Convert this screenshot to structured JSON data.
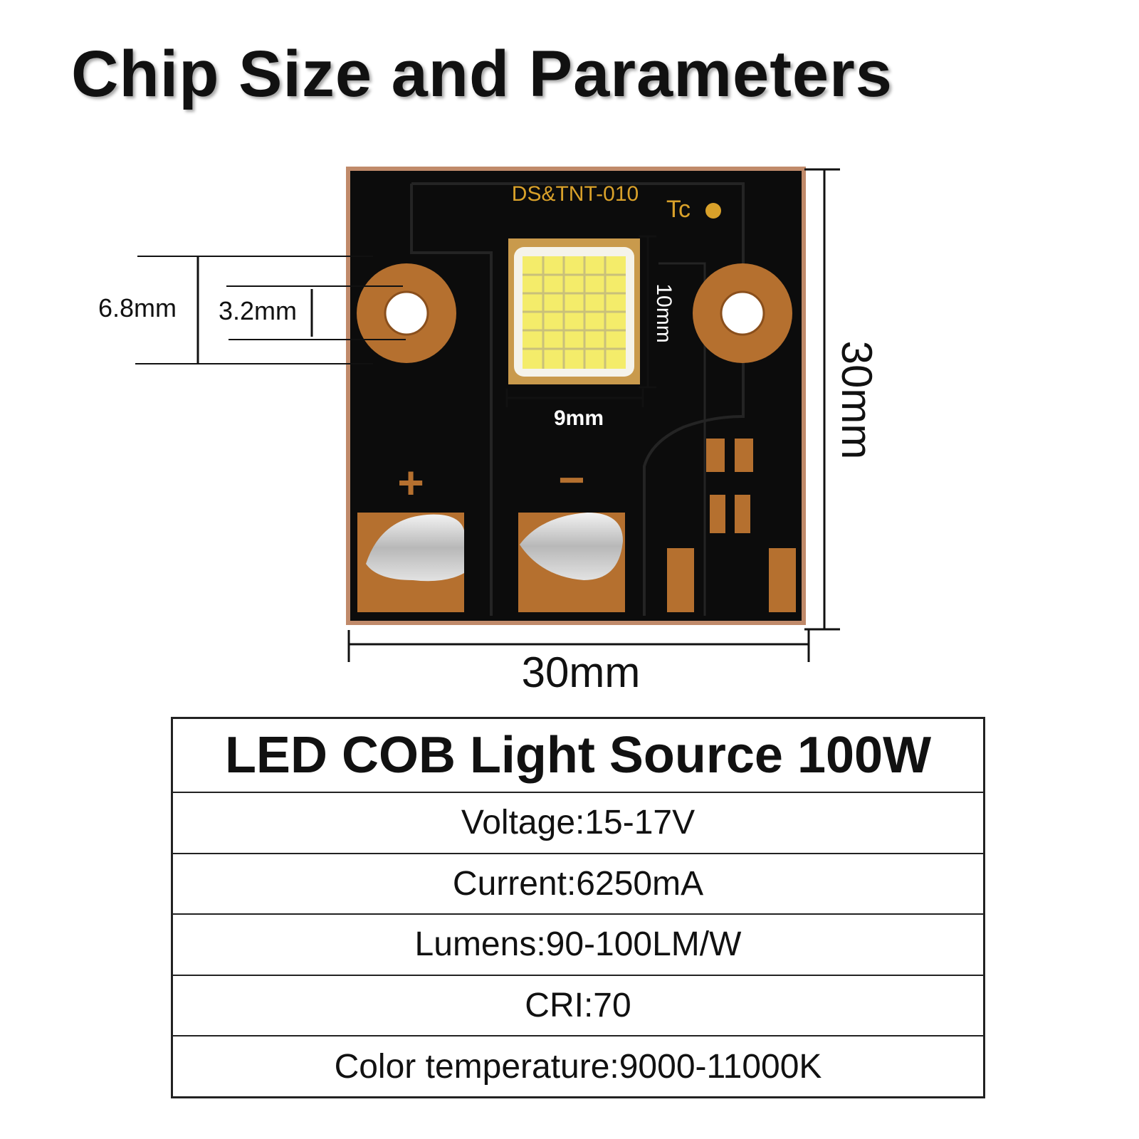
{
  "title": "Chip Size and Parameters",
  "board": {
    "model_label": "DS&TNT-010",
    "tc_label": "Tc",
    "plus_symbol": "+",
    "minus_symbol": "−"
  },
  "dimensions": {
    "outer_hole": "6.8mm",
    "inner_hole": "3.2mm",
    "chip_height": "10mm",
    "chip_width": "9mm",
    "board_height": "30mm",
    "board_width": "30mm"
  },
  "specs": {
    "heading": "LED COB Light Source 100W",
    "rows": [
      "Voltage:15-17V",
      "Current:6250mA",
      "Lumens:90-100LM/W",
      "CRI:70",
      "Color temperature:9000-11000K"
    ]
  },
  "colors": {
    "pcb": "#0c0c0c",
    "copper": "#b5702f",
    "trace_label": "#d9a12a",
    "chip_yellow": "#f4ec6a"
  }
}
